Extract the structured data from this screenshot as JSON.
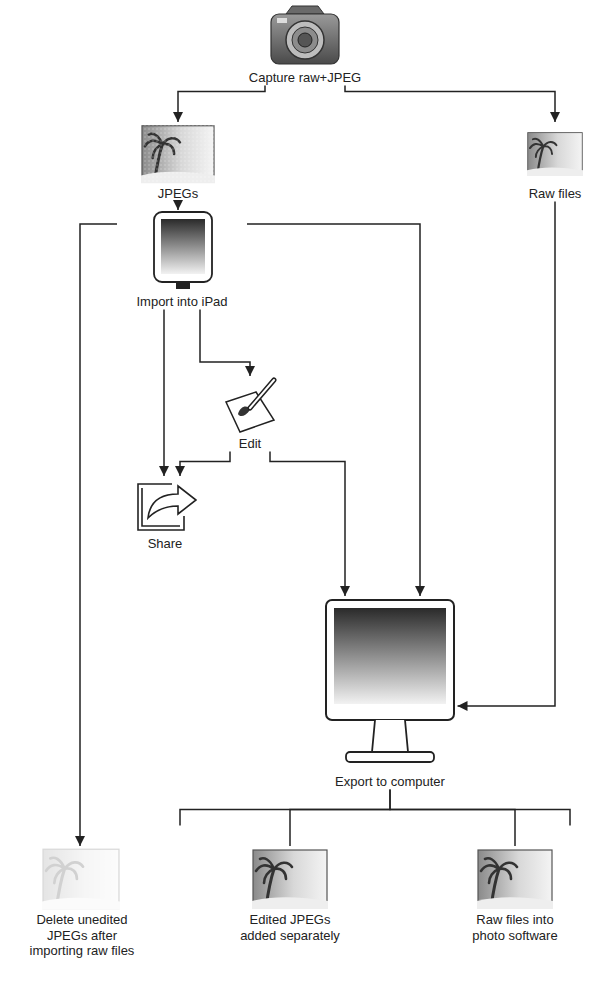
{
  "diagram": {
    "nodes": [
      {
        "text": [
          "Capture raw+JPEG"
        ]
      },
      {
        "text": [
          "JPEGs"
        ]
      },
      {
        "text": [
          "Raw files"
        ]
      },
      {
        "text": [
          "Import into iPad"
        ]
      },
      {
        "text": [
          "Edit"
        ]
      },
      {
        "text": [
          "Share"
        ]
      },
      {
        "text": [
          "Export to computer"
        ]
      },
      {
        "text": [
          "Delete unedited JPEGs after importing raw files"
        ]
      },
      {
        "text": [
          "Edited JPEGs added separately"
        ]
      },
      {
        "text": [
          "Raw files into photo software"
        ]
      }
    ],
    "edges": [
      {
        "from": 0,
        "to": 1,
        "arrow": "to"
      },
      {
        "from": 0,
        "to": 2,
        "arrow": "to"
      },
      {
        "from": 1,
        "to": 3,
        "arrow": "to"
      },
      {
        "from": 3,
        "to": 7,
        "arrow": "to"
      },
      {
        "from": 3,
        "to": 4,
        "arrow": "to"
      },
      {
        "from": 3,
        "to": 5,
        "arrow": "to"
      },
      {
        "from": 3,
        "to": 6,
        "arrow": "to"
      },
      {
        "from": 4,
        "to": 5,
        "arrow": "to"
      },
      {
        "from": 4,
        "to": 6,
        "arrow": "to"
      },
      {
        "from": 2,
        "to": 6,
        "arrow": "to"
      },
      {
        "from": 6,
        "to": 8,
        "arrow": "none"
      },
      {
        "from": 6,
        "to": 9,
        "arrow": "none"
      }
    ]
  }
}
